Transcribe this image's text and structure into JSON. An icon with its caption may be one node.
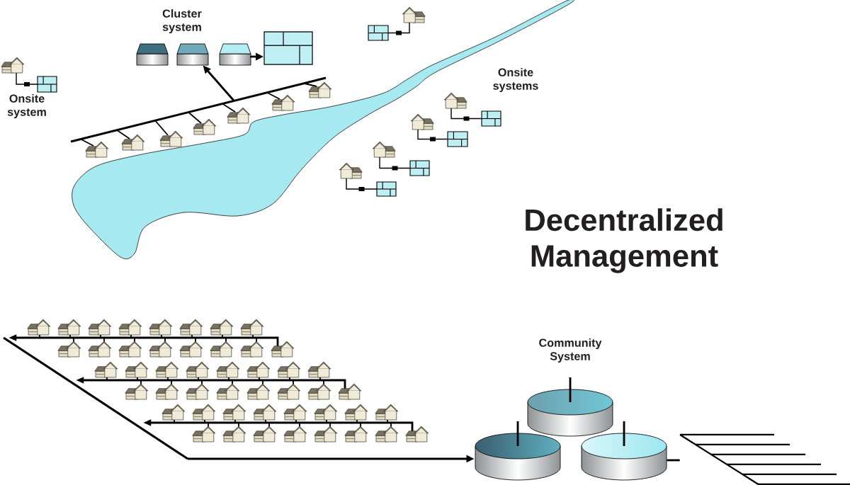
{
  "diagram": {
    "title": "Decentralized Management",
    "nodes": [
      {
        "text": [
          "Cluster system"
        ]
      },
      {
        "text": [],
        "shape": "box"
      },
      {
        "text": [],
        "shape": "picture"
      },
      {
        "text": [],
        "shape": "picture"
      },
      {
        "text": [
          "Community System"
        ]
      },
      {
        "text": [],
        "shape": "box"
      }
    ],
    "edges": [
      {
        "from": 2,
        "to": 0,
        "arrow": "to"
      },
      {
        "from": 0,
        "to": 1,
        "arrow": "to"
      },
      {
        "from": 3,
        "to": 4,
        "arrow": "to"
      },
      {
        "from": 4,
        "to": 5,
        "arrow": "none"
      }
    ],
    "labels": [
      "Onsite system",
      "Onsite systems"
    ]
  }
}
